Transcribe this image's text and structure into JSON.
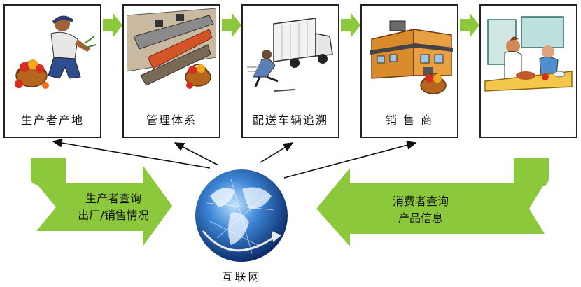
{
  "stages": [
    {
      "label": "生产者产地"
    },
    {
      "label": "管理体系"
    },
    {
      "label": "配送车辆追溯"
    },
    {
      "label": "销 售 商"
    },
    {
      "label": ""
    }
  ],
  "left_flow": {
    "line1": "生产者查询",
    "line2": "出厂/销售情况"
  },
  "right_flow": {
    "line1": "消费者查询",
    "line2": "产品信息"
  },
  "center": {
    "label": "互联网",
    "icon": "globe-icon"
  },
  "colors": {
    "green": "#8cc83c",
    "dark_green": "#6fae22",
    "globe": "#1f5fa8"
  }
}
